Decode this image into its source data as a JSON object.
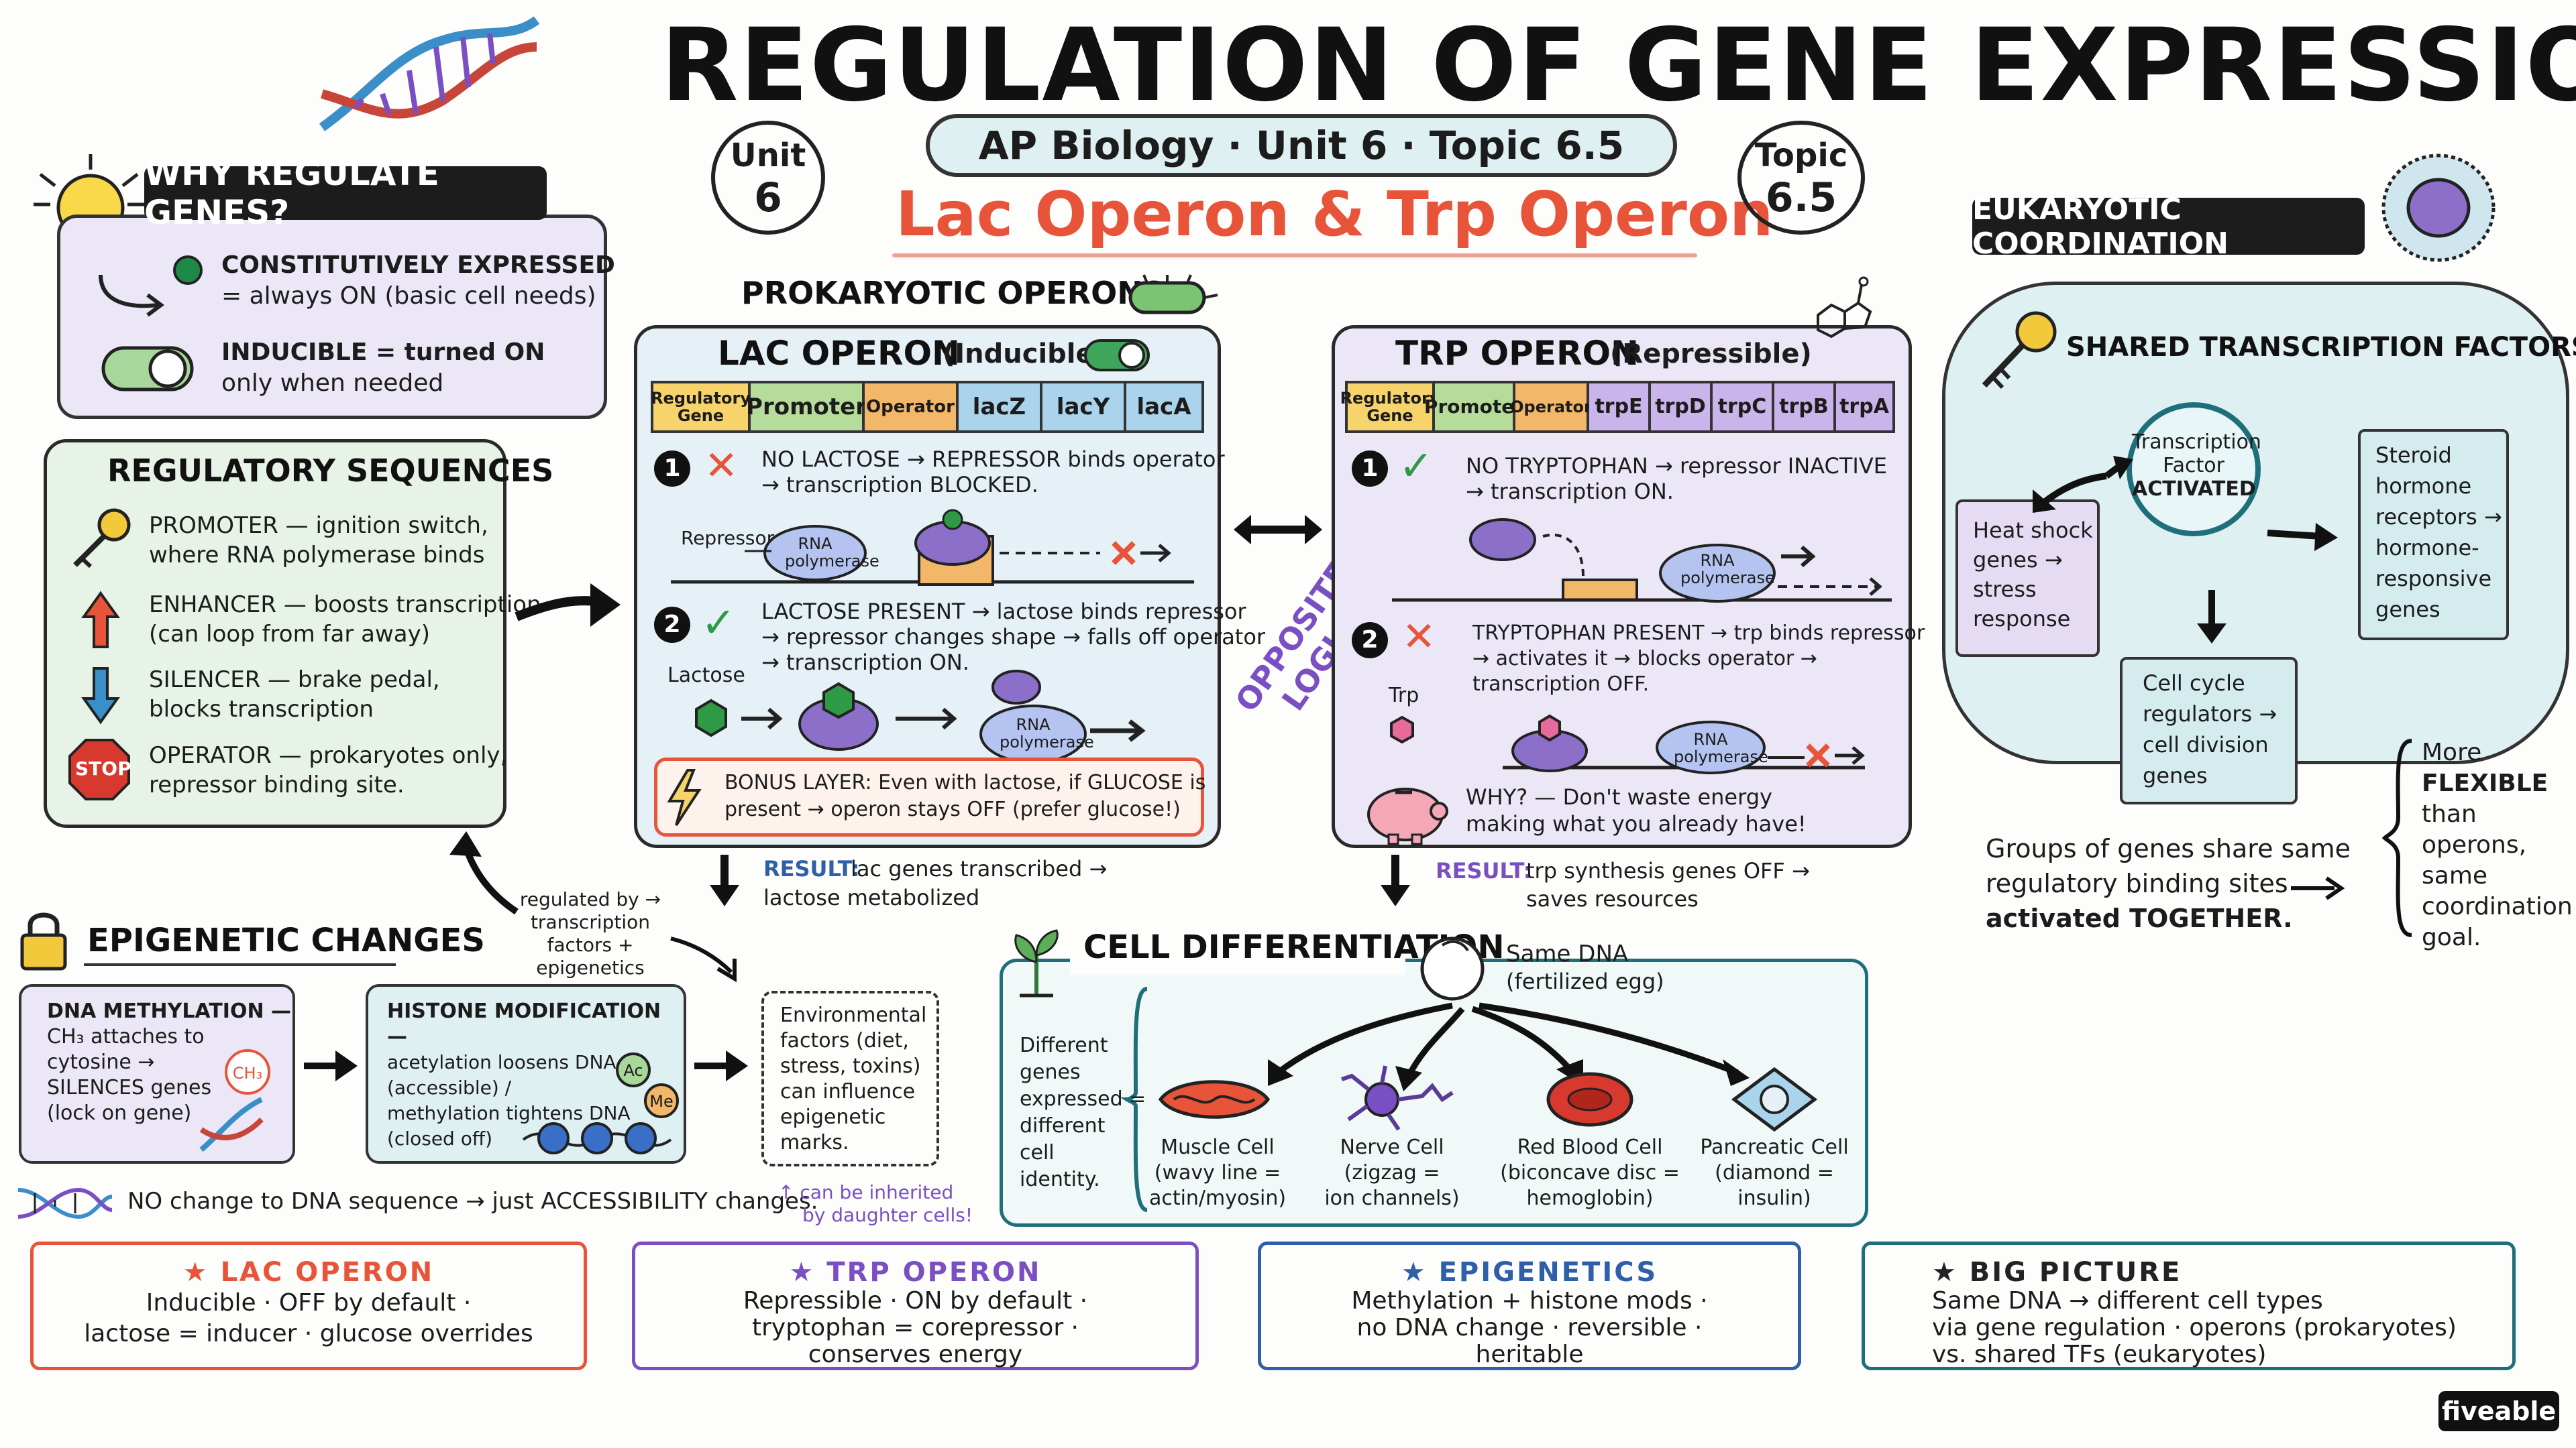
{
  "title": "REGULATION OF GENE EXPRESSION",
  "subtitle_pill": "AP Biology · Unit 6 · Topic 6.5",
  "subtitle_main": "Lac Operon & Trp Operon",
  "unit_badge": {
    "line1": "Unit",
    "line2": "6"
  },
  "topic_badge": {
    "line1": "Topic",
    "line2": "6.5"
  },
  "why": {
    "title": "WHY REGULATE GENES?",
    "item1_l1": "CONSTITUTIVELY EXPRESSED",
    "item1_l2": "= always ON (basic cell needs)",
    "item2_l1": "INDUCIBLE = turned ON",
    "item2_l2": "only when needed"
  },
  "regseq": {
    "title": "REGULATORY SEQUENCES",
    "promoter_l1": "PROMOTER — ignition switch,",
    "promoter_l2": "where RNA polymerase binds",
    "enhancer_l1": "ENHANCER — boosts transcription",
    "enhancer_l2": "(can loop from far away)",
    "silencer_l1": "SILENCER — brake pedal,",
    "silencer_l2": "blocks transcription",
    "operator_l1": "OPERATOR — prokaryotes only,",
    "operator_l2": "repressor binding site.",
    "stop_label": "STOP"
  },
  "prok_label": "PROKARYOTIC OPERONS",
  "lac": {
    "title": "LAC OPERON",
    "kind": "(Inducible)",
    "genes": [
      "Regulatory Gene",
      "Promoter",
      "Operator",
      "lacZ",
      "lacY",
      "lacA"
    ],
    "s1_num": "1",
    "s1_l1": "NO LACTOSE → REPRESSOR binds operator",
    "s1_l2": "→ transcription BLOCKED.",
    "repressor_label": "Repressor",
    "rnap": "RNA polymerase",
    "s2_num": "2",
    "s2_l1": "LACTOSE PRESENT → lactose binds repressor",
    "s2_l2": "→ repressor changes shape → falls off operator",
    "s2_l3": "→ transcription ON.",
    "lactose_label": "Lactose",
    "bonus_l1": "BONUS LAYER: Even with lactose, if GLUCOSE is",
    "bonus_l2": "present → operon stays OFF (prefer glucose!)",
    "result_label": "RESULT:",
    "result_l1": "lac genes transcribed →",
    "result_l2": "lactose metabolized"
  },
  "opposite": "OPPOSITE LOGIC!",
  "trp": {
    "title": "TRP OPERON",
    "kind": "(Repressible)",
    "genes": [
      "Regulatory Gene",
      "Promoter",
      "Operator",
      "trpE",
      "trpD",
      "trpC",
      "trpB",
      "trpA"
    ],
    "s1_num": "1",
    "s1_l1": "NO TRYPTOPHAN → repressor INACTIVE",
    "s1_l2": "→ transcription ON.",
    "rnap": "RNA polymerase",
    "s2_num": "2",
    "s2_l1": "TRYPTOPHAN PRESENT → trp binds repressor",
    "s2_l2": "→ activates it → blocks operator →",
    "s2_l3": "transcription OFF.",
    "trp_label": "Trp",
    "why_l1": "WHY? — Don't waste energy",
    "why_l2": "making what you already have!",
    "result_label": "RESULT:",
    "result_l1": "trp synthesis genes OFF →",
    "result_l2": "saves resources"
  },
  "euk": {
    "title": "EUKARYOTIC COORDINATION",
    "shared": "SHARED TRANSCRIPTION FACTORS",
    "tf": [
      "Transcription",
      "Factor",
      "ACTIVATED"
    ],
    "heat": [
      "Heat shock",
      "genes →",
      "stress",
      "response"
    ],
    "steroid": [
      "Steroid",
      "hormone",
      "receptors →",
      "hormone-",
      "responsive",
      "genes"
    ],
    "cellcycle": [
      "Cell cycle",
      "regulators →",
      "cell division",
      "genes"
    ],
    "groups": [
      "Groups of genes share same",
      "regulatory binding sites",
      "activated TOGETHER."
    ],
    "flexible": [
      "More",
      "FLEXIBLE",
      "than operons,",
      "same",
      "coordination",
      "goal."
    ]
  },
  "epi": {
    "title": "EPIGENETIC CHANGES",
    "regulated": [
      "regulated by →",
      "transcription",
      "factors +",
      "epigenetics"
    ],
    "meth": [
      "DNA METHYLATION —",
      "CH₃ attaches to",
      "cytosine →",
      "SILENCES genes",
      "(lock on gene)"
    ],
    "ch3": "CH₃",
    "histone": [
      "HISTONE MODIFICATION —",
      "acetylation loosens DNA",
      "(accessible) /",
      "methylation tightens DNA",
      "(closed off)"
    ],
    "ac": "Ac",
    "me": "Me",
    "env": [
      "Environmental",
      "factors (diet,",
      "stress, toxins)",
      "can influence",
      "epigenetic",
      "marks."
    ],
    "nochange": "NO change to DNA sequence → just ACCESSIBILITY changes.",
    "inherit": [
      "↑ can be inherited",
      "by daughter cells!"
    ]
  },
  "diff": {
    "title": "CELL DIFFERENTIATION",
    "same_dna": "Same DNA",
    "egg": "(fertilized egg)",
    "left": [
      "Different",
      "genes",
      "expressed =",
      "different",
      "cell",
      "identity."
    ],
    "cells": [
      {
        "name": "Muscle Cell",
        "d1": "(wavy line =",
        "d2": "actin/myosin)"
      },
      {
        "name": "Nerve Cell",
        "d1": "(zigzag =",
        "d2": "ion channels)"
      },
      {
        "name": "Red Blood Cell",
        "d1": "(biconcave disc =",
        "d2": "hemoglobin)"
      },
      {
        "name": "Pancreatic Cell",
        "d1": "(diamond =",
        "d2": "insulin)"
      }
    ]
  },
  "summary": [
    {
      "title": "LAC OPERON",
      "l1": "Inducible · OFF by default ·",
      "l2": "lactose = inducer · glucose overrides",
      "l3": "",
      "color": "#e8543a"
    },
    {
      "title": "TRP OPERON",
      "l1": "Repressible · ON by default ·",
      "l2": "tryptophan = corepressor ·",
      "l3": "conserves energy",
      "color": "#7b4fc4"
    },
    {
      "title": "EPIGENETICS",
      "l1": "Methylation + histone mods ·",
      "l2": "no DNA change · reversible ·",
      "l3": "heritable",
      "color": "#2e5fa8"
    },
    {
      "title": "BIG PICTURE",
      "l1": "Same DNA → different cell types",
      "l2": "via gene regulation · operons (prokaryotes)",
      "l3": "vs. shared TFs (eukaryotes)",
      "color": "#222222"
    }
  ],
  "brand": "fiveable",
  "colors": {
    "lac_bg": "#e6f1f7",
    "trp_bg": "#ece7f6",
    "yellow": "#f6d36b",
    "orange": "#f3b76a",
    "purple_gene": "#c9b4ec",
    "blue_gene": "#a9d4ec",
    "cyan_bg": "#dff0f2",
    "red": "#e8543a",
    "purple": "#7b4fc4",
    "blue": "#2e5fa8"
  }
}
